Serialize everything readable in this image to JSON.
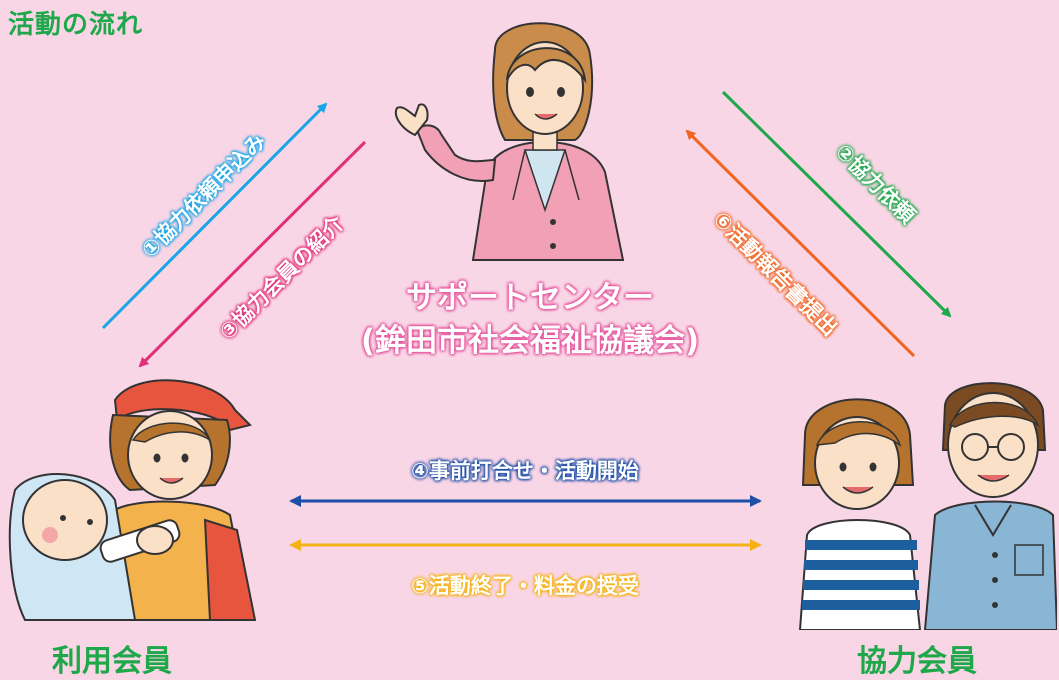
{
  "title": "活動の流れ",
  "center": {
    "name": "サポートセンター",
    "organization": "(鉾田市社会福祉協議会)"
  },
  "roles": {
    "user": "利用会員",
    "helper": "協力会員"
  },
  "steps": {
    "s1": "①協力依頼申込み",
    "s2": "②協力依頼",
    "s3": "③協力会員の紹介",
    "s4": "④事前打合せ・活動開始",
    "s5": "⑤活動終了・料金の授受",
    "s6": "⑥活動報告書提出"
  },
  "colors": {
    "background": "#f9d6e6",
    "heading_green": "#1ea84a",
    "step1_blue": "#1aa6e6",
    "step2_green": "#1ea84a",
    "step3_pink": "#e0307a",
    "step4_navy": "#1d4fa8",
    "step5_yellow": "#f5b214",
    "step6_orange": "#f06522"
  }
}
